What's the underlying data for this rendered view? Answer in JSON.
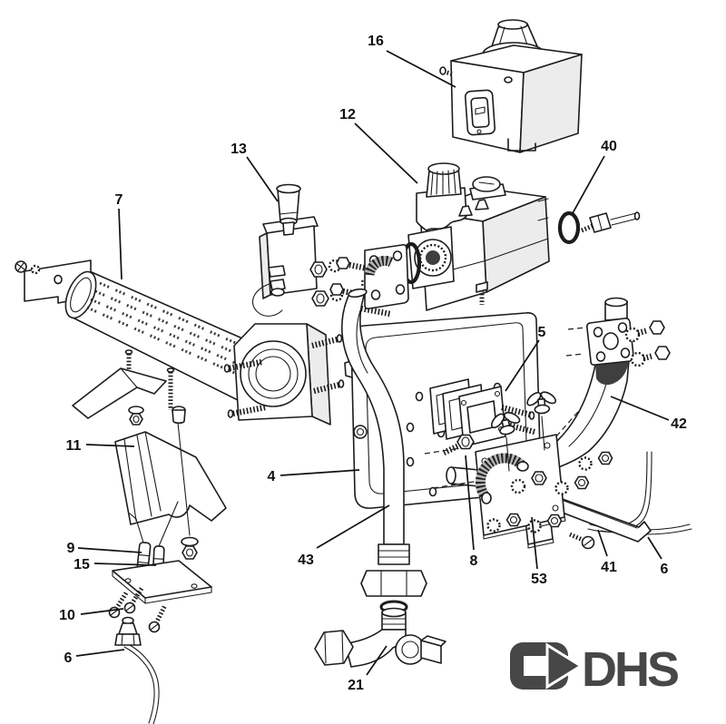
{
  "page": {
    "background": "#ffffff",
    "line_color": "#1c1c1c",
    "description": "Exploded parts diagram of a gas burner, gas valve and pipework assembly"
  },
  "brand": {
    "name": "DHS",
    "color": "#474747",
    "icon": "arrow-right-logo"
  },
  "callouts": [
    {
      "label": "16",
      "part": "control-box"
    },
    {
      "label": "12",
      "part": "gas-valve"
    },
    {
      "label": "13",
      "part": "solenoid"
    },
    {
      "label": "40",
      "part": "o-ring-fitting"
    },
    {
      "label": "7",
      "part": "burner-tube"
    },
    {
      "label": "11",
      "part": "heat-shield"
    },
    {
      "label": "9",
      "part": "electrode"
    },
    {
      "label": "15",
      "part": "electrode"
    },
    {
      "label": "10",
      "part": "screws"
    },
    {
      "label": "6",
      "part": "pilot-pipe"
    },
    {
      "label": "4",
      "part": "front-panel"
    },
    {
      "label": "43",
      "part": "supply-pipe"
    },
    {
      "label": "8",
      "part": "injector"
    },
    {
      "label": "5",
      "part": "sight-glass"
    },
    {
      "label": "42",
      "part": "outlet-pipe"
    },
    {
      "label": "53",
      "part": "bracket"
    },
    {
      "label": "41",
      "part": "support-bracket"
    },
    {
      "label": "6",
      "part": "pilot-pipe"
    },
    {
      "label": "21",
      "part": "gas-cock"
    }
  ]
}
